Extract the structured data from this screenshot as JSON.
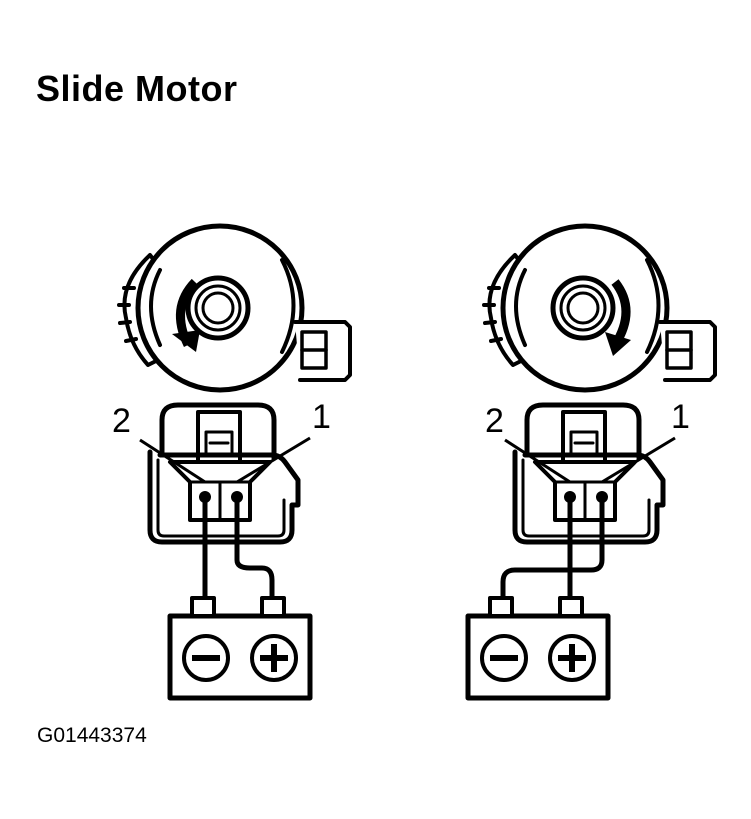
{
  "title": "Slide Motor",
  "figure_id": "G01443374",
  "diagrams": [
    {
      "label_left": "2",
      "label_right": "1",
      "rotation": "counterclockwise",
      "battery": {
        "left_terminal": "minus-icon",
        "right_terminal": "plus-icon"
      }
    },
    {
      "label_left": "2",
      "label_right": "1",
      "rotation": "clockwise",
      "battery": {
        "left_terminal": "minus-icon",
        "right_terminal": "plus-icon"
      }
    }
  ]
}
